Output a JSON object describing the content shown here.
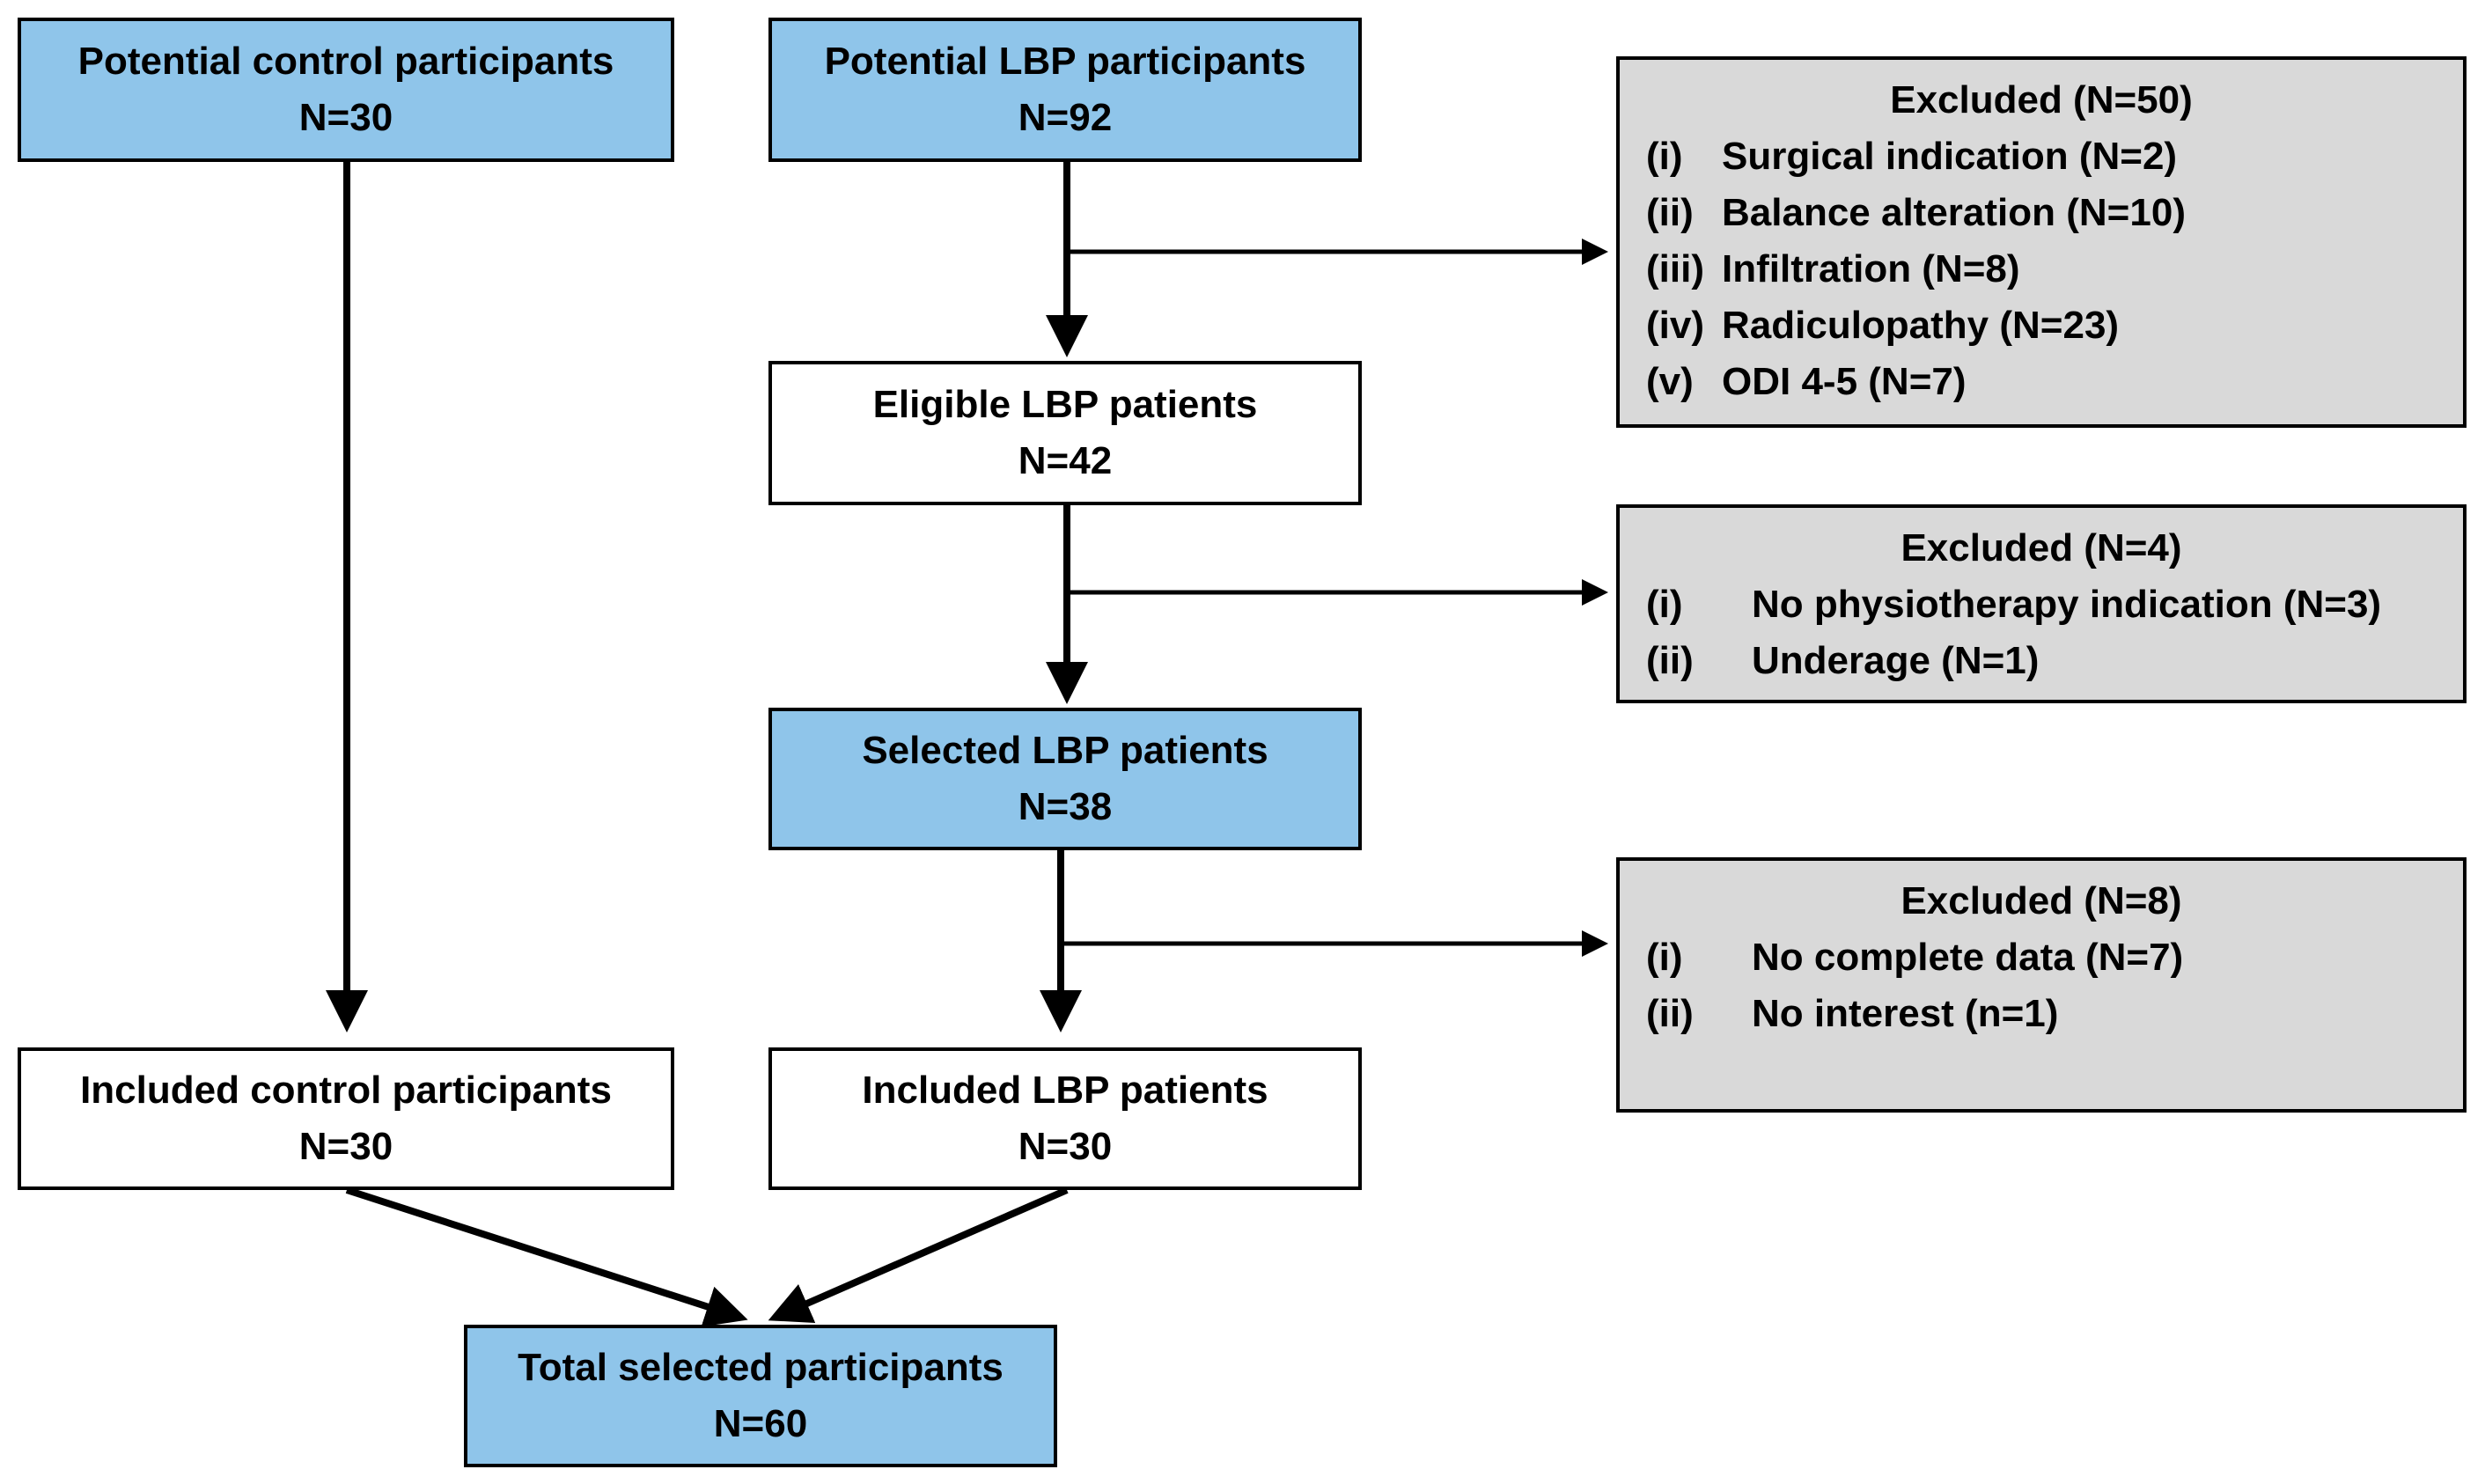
{
  "boxes": {
    "control_potential": {
      "title": "Potential control participants",
      "n": "N=30"
    },
    "lbp_potential": {
      "title": "Potential LBP participants",
      "n": "N=92"
    },
    "lbp_eligible": {
      "title": "Eligible LBP patients",
      "n": "N=42"
    },
    "lbp_selected": {
      "title": "Selected LBP patients",
      "n": "N=38"
    },
    "control_included": {
      "title": "Included control participants",
      "n": "N=30"
    },
    "lbp_included": {
      "title": "Included LBP patients",
      "n": "N=30"
    },
    "total": {
      "title": "Total selected participants",
      "n": "N=60"
    }
  },
  "excluded": [
    {
      "title": "Excluded (N=50)",
      "items": [
        {
          "num": "(i)",
          "text": "Surgical indication (N=2)"
        },
        {
          "num": "(ii)",
          "text": "Balance alteration (N=10)"
        },
        {
          "num": "(iii)",
          "text": "Infiltration (N=8)"
        },
        {
          "num": "(iv)",
          "text": "Radiculopathy (N=23)"
        },
        {
          "num": "(v)",
          "text": "ODI 4-5 (N=7)"
        }
      ]
    },
    {
      "title": "Excluded (N=4)",
      "items": [
        {
          "num": "(i)",
          "text": "No physiotherapy indication (N=3)"
        },
        {
          "num": "(ii)",
          "text": "Underage (N=1)"
        }
      ]
    },
    {
      "title": "Excluded (N=8)",
      "items": [
        {
          "num": "(i)",
          "text": "No complete data (N=7)"
        },
        {
          "num": "(ii)",
          "text": "No interest (n=1)"
        }
      ]
    }
  ],
  "colors": {
    "highlight_box": "#8fc5ea",
    "excluded_box": "#d9d9d9",
    "plain_box": "#ffffff",
    "line": "#000000"
  }
}
